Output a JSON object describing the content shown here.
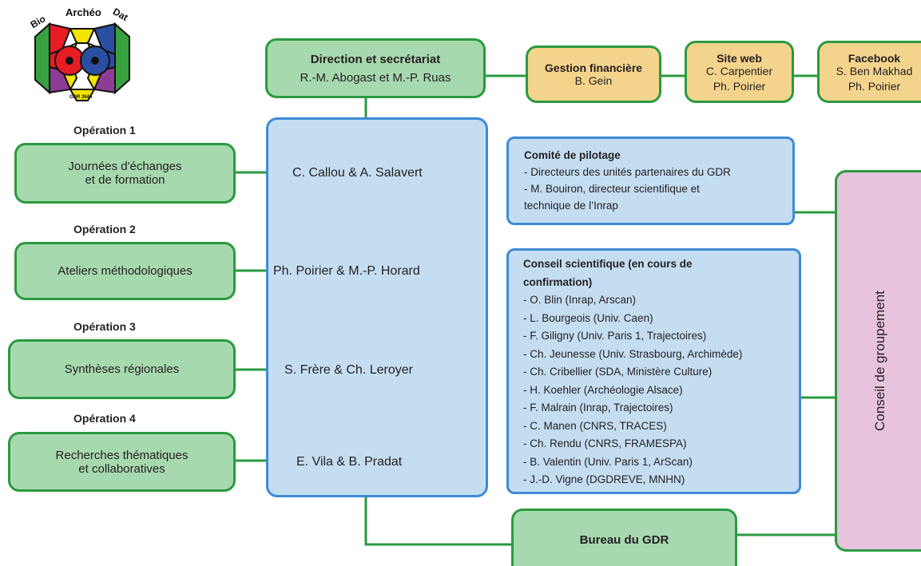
{
  "colors": {
    "green_border": "#2a9a3f",
    "green_fill": "#a7d9ae",
    "blue_fill": "#c4ddf1",
    "blue_border": "#3d8bd6",
    "yellow_fill": "#f4d48c",
    "pink_fill": "#e7c3dd"
  },
  "logo": {
    "word1": "Bio",
    "word2": "Archéo",
    "word3": "Dat",
    "caption": "GDR 3644"
  },
  "direction": {
    "title": "Direction et secrétariat",
    "names": "R.-M. Abogast et M.-P. Ruas"
  },
  "gestion": {
    "title": "Gestion financière",
    "names": "B. Gein"
  },
  "siteweb": {
    "title": "Site web",
    "line1": "C. Carpentier",
    "line2": "Ph. Poirier"
  },
  "facebook": {
    "title": "Facebook",
    "line1": "S. Ben Makhad",
    "line2": "Ph. Poirier"
  },
  "operations": [
    {
      "heading": "Opération 1",
      "line1": "Journées d'échanges",
      "line2": "et de formation",
      "coord": "C. Callou & A. Salavert"
    },
    {
      "heading": "Opération 2",
      "line1": "Ateliers méthodologiques",
      "line2": "",
      "coord": "Ph. Poirier & M.-P. Horard"
    },
    {
      "heading": "Opération 3",
      "line1": "Synthèses régionales",
      "line2": "",
      "coord": "S. Frère & Ch. Leroyer"
    },
    {
      "heading": "Opération 4",
      "line1": "Recherches thématiques",
      "line2": "et collaboratives",
      "coord": "E. Vila & B. Pradat"
    }
  ],
  "comite": {
    "title": "Comité de pilotage",
    "lines": [
      "- Directeurs des unités partenaires du GDR",
      "- M. Bouiron, directeur scientifique et",
      "technique de l’Inrap"
    ]
  },
  "conseil_sci": {
    "title1": "Conseil scientifique (en cours de",
    "title2": "confirmation)",
    "members": [
      "- O. Blin (Inrap, Arscan)",
      "- L. Bourgeois (Univ. Caen)",
      "- F. Giligny (Univ. Paris 1, Trajectoires)",
      "- Ch. Jeunesse (Univ. Strasbourg, Archimède)",
      "- Ch. Cribellier (SDA, Ministère Culture)",
      "- H. Koehler (Archéologie Alsace)",
      "- F. Malrain (Inrap, Trajectoires)",
      "- C. Manen (CNRS, TRACES)",
      "- Ch. Rendu (CNRS, FRAMESPA)",
      "- B. Valentin (Univ. Paris 1, ArScan)",
      "- J.-D. Vigne (DGDREVE, MNHN)"
    ]
  },
  "bureau": {
    "title": "Bureau du GDR"
  },
  "conseil_groupement": {
    "title": "Conseil de groupement"
  }
}
